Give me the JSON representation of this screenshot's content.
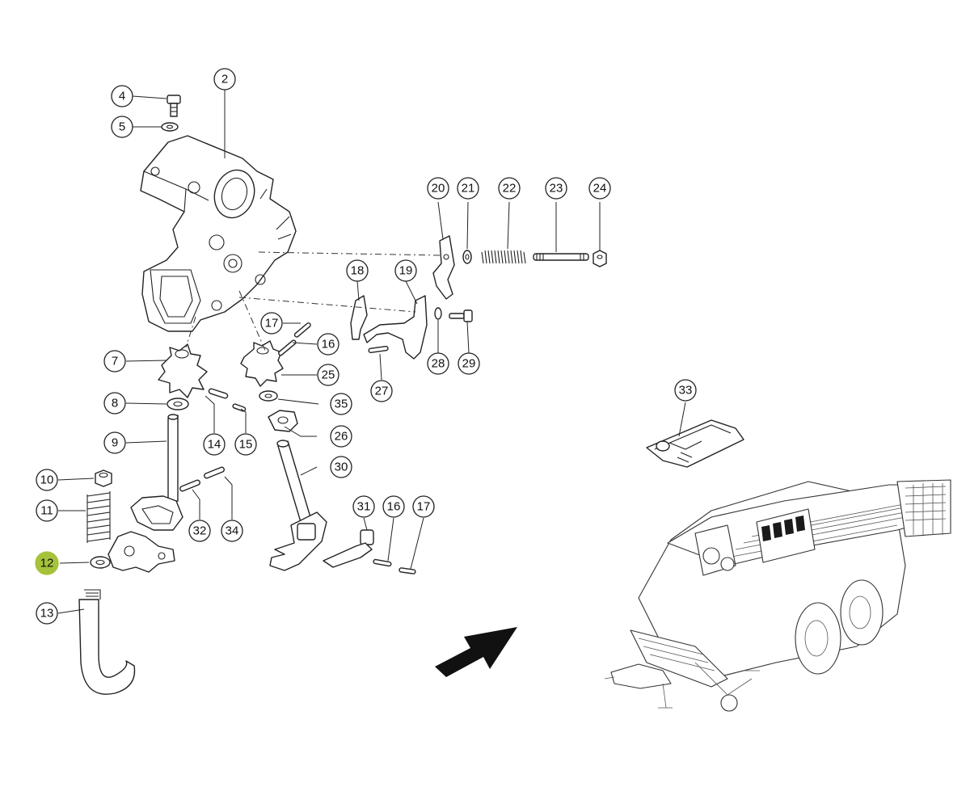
{
  "highlight_color": "#a6c23a",
  "arrow_color": "#111111",
  "highlighted_callout": "12",
  "callouts": {
    "c2": "2",
    "c4": "4",
    "c5": "5",
    "c7": "7",
    "c8": "8",
    "c9": "9",
    "c10": "10",
    "c11": "11",
    "c12": "12",
    "c13": "13",
    "c14": "14",
    "c15": "15",
    "c16a": "16",
    "c16b": "16",
    "c17a": "17",
    "c17b": "17",
    "c18": "18",
    "c19": "19",
    "c20": "20",
    "c21": "21",
    "c22": "22",
    "c23": "23",
    "c24": "24",
    "c25": "25",
    "c26": "26",
    "c27": "27",
    "c28": "28",
    "c29": "29",
    "c30": "30",
    "c31": "31",
    "c32": "32",
    "c33": "33",
    "c34": "34",
    "c35": "35"
  }
}
